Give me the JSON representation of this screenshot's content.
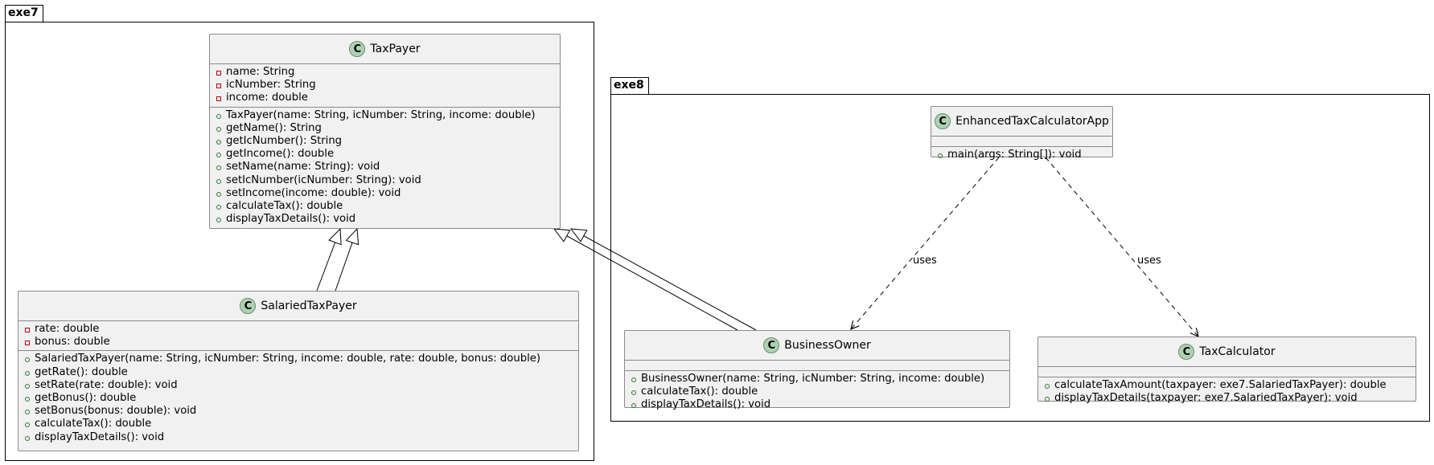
{
  "packages": {
    "exe7": {
      "name": "exe7"
    },
    "exe8": {
      "name": "exe8"
    }
  },
  "classes": {
    "taxpayer": {
      "name": "TaxPayer",
      "icon": "C",
      "fields": [
        "name: String",
        "icNumber: String",
        "income: double"
      ],
      "methods": [
        "TaxPayer(name: String, icNumber: String, income: double)",
        "getName(): String",
        "getIcNumber(): String",
        "getIncome(): double",
        "setName(name: String): void",
        "setIcNumber(icNumber: String): void",
        "setIncome(income: double): void",
        "calculateTax(): double",
        "displayTaxDetails(): void"
      ]
    },
    "salaried": {
      "name": "SalariedTaxPayer",
      "icon": "C",
      "fields": [
        "rate: double",
        "bonus: double"
      ],
      "methods": [
        "SalariedTaxPayer(name: String, icNumber: String, income: double, rate: double, bonus: double)",
        "getRate(): double",
        "setRate(rate: double): void",
        "getBonus(): double",
        "setBonus(bonus: double): void",
        "calculateTax(): double",
        "displayTaxDetails(): void"
      ]
    },
    "enhanced": {
      "name": "EnhancedTaxCalculatorApp",
      "icon": "C",
      "fields": [],
      "methods": [
        "main(args: String[]): void"
      ]
    },
    "business": {
      "name": "BusinessOwner",
      "icon": "C",
      "fields": [],
      "methods": [
        "BusinessOwner(name: String, icNumber: String, income: double)",
        "calculateTax(): double",
        "displayTaxDetails(): void"
      ]
    },
    "calculator": {
      "name": "TaxCalculator",
      "icon": "C",
      "fields": [],
      "methods": [
        "calculateTaxAmount(taxpayer: exe7.SalariedTaxPayer): double",
        "displayTaxDetails(taxpayer: exe7.SalariedTaxPayer): void"
      ]
    }
  },
  "relations": {
    "uses_business": "uses",
    "uses_calculator": "uses"
  }
}
